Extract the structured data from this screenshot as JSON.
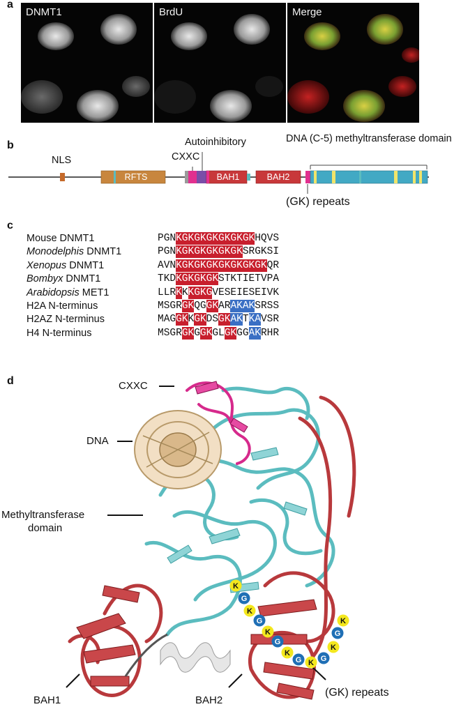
{
  "panel_a": {
    "letter": "a",
    "images": [
      {
        "label": "DNMT1"
      },
      {
        "label": "BrdU"
      },
      {
        "label": "Merge"
      }
    ]
  },
  "panel_b": {
    "letter": "b",
    "labels": {
      "nls": "NLS",
      "cxxc": "CXXC",
      "autoinhibitory": "Autoinhibitory",
      "mtase": "DNA (C-5) methyltransferase domain",
      "gk": "(GK) repeats"
    },
    "domains": {
      "rfts": "RFTS",
      "bah1": "BAH1",
      "bah2": "BAH2"
    },
    "colors": {
      "rfts": "#c8863e",
      "bah": "#c8383a",
      "cxxc": "#e2308f",
      "autoinhibitory": "#7a4ea8",
      "mtase": "#42a9c4",
      "motif": "#f0e46a"
    }
  },
  "panel_c": {
    "letter": "c",
    "rows": [
      {
        "species": "",
        "name": "Mouse DNMT1",
        "segments": [
          {
            "t": "PGN",
            "c": "plain"
          },
          {
            "t": "KGKGKGKGKGKGK",
            "c": "hl-red"
          },
          {
            "t": "HQVS",
            "c": "plain"
          }
        ]
      },
      {
        "species": "Monodelphis",
        "name": " DNMT1",
        "segments": [
          {
            "t": "PGN",
            "c": "plain"
          },
          {
            "t": "KGKGKGKGKGK",
            "c": "hl-red"
          },
          {
            "t": "SRGKSI",
            "c": "plain"
          }
        ]
      },
      {
        "species": "Xenopus",
        "name": " DNMT1",
        "segments": [
          {
            "t": "AVN",
            "c": "plain"
          },
          {
            "t": "KGKGKGKGKGKGKGK",
            "c": "hl-red"
          },
          {
            "t": "QR",
            "c": "plain"
          }
        ]
      },
      {
        "species": "Bombyx",
        "name": " DNMT1",
        "segments": [
          {
            "t": "TKD",
            "c": "plain"
          },
          {
            "t": "KGKGKGK",
            "c": "hl-red"
          },
          {
            "t": "STKTIETVPA",
            "c": "plain"
          }
        ]
      },
      {
        "species": "Arabidopsis",
        "name": " MET1",
        "segments": [
          {
            "t": "LLR",
            "c": "plain"
          },
          {
            "t": "K",
            "c": "hl-red"
          },
          {
            "t": "K",
            "c": "plain"
          },
          {
            "t": "KGKG",
            "c": "hl-red"
          },
          {
            "t": "VESEIESEIVK",
            "c": "plain"
          }
        ]
      },
      {
        "species": "",
        "name": "H2A N-terminus",
        "segments": [
          {
            "t": "MSGR",
            "c": "plain"
          },
          {
            "t": "GK",
            "c": "hl-red"
          },
          {
            "t": "QG",
            "c": "plain"
          },
          {
            "t": "GK",
            "c": "hl-red"
          },
          {
            "t": "AR",
            "c": "plain"
          },
          {
            "t": "AKAK",
            "c": "hl-blue"
          },
          {
            "t": "SRSS",
            "c": "plain"
          }
        ]
      },
      {
        "species": "",
        "name": "H2AZ N-terminus",
        "segments": [
          {
            "t": "MAG",
            "c": "plain"
          },
          {
            "t": "GK",
            "c": "hl-red"
          },
          {
            "t": "K",
            "c": "plain"
          },
          {
            "t": "GK",
            "c": "hl-red"
          },
          {
            "t": "DS",
            "c": "plain"
          },
          {
            "t": "GK",
            "c": "hl-red"
          },
          {
            "t": "AK",
            "c": "hl-blue"
          },
          {
            "t": "T",
            "c": "plain"
          },
          {
            "t": "KA",
            "c": "hl-blue"
          },
          {
            "t": "VSR",
            "c": "plain"
          }
        ]
      },
      {
        "species": "",
        "name": "H4 N-terminus",
        "segments": [
          {
            "t": "MSGR",
            "c": "plain"
          },
          {
            "t": "GK",
            "c": "hl-red"
          },
          {
            "t": "G",
            "c": "plain"
          },
          {
            "t": "GK",
            "c": "hl-red"
          },
          {
            "t": "GL",
            "c": "plain"
          },
          {
            "t": "GK",
            "c": "hl-red"
          },
          {
            "t": "GG",
            "c": "plain"
          },
          {
            "t": "AK",
            "c": "hl-blue"
          },
          {
            "t": "RHR",
            "c": "plain"
          }
        ]
      }
    ]
  },
  "panel_d": {
    "letter": "d",
    "callouts": {
      "cxxc": "CXXC",
      "dna": "DNA",
      "mtase_line1": "Methyltransferase",
      "mtase_line2": "domain",
      "bah1": "BAH1",
      "bah2": "BAH2",
      "gk": "(GK) repeats"
    },
    "beads": [
      "K",
      "G",
      "K",
      "G",
      "K",
      "G",
      "K",
      "G",
      "K",
      "G",
      "K",
      "G",
      "K"
    ],
    "colors": {
      "teal": "#5bbcbf",
      "red": "#b8393c",
      "magenta": "#d62a8c",
      "dna": "#e8c9a0",
      "bead_k": "#f4e81e",
      "bead_g": "#1f6fb5"
    }
  }
}
